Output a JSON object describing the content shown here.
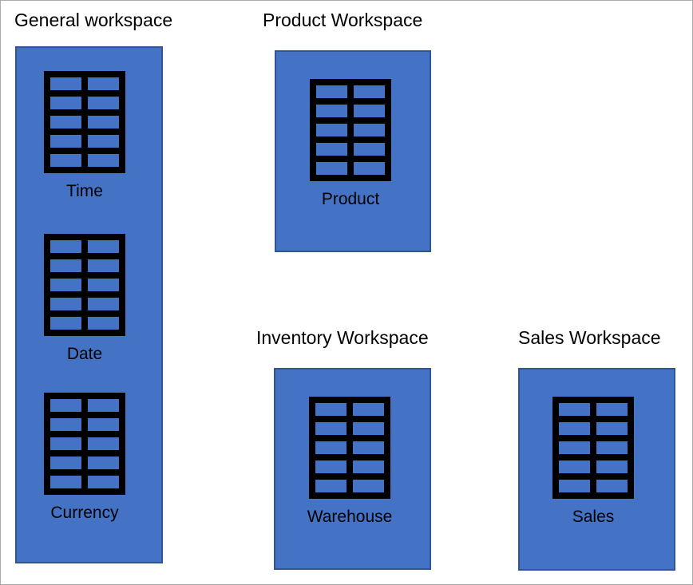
{
  "canvas": {
    "background": "#ffffff",
    "frame_border_color": "#ababab"
  },
  "colors": {
    "workspace_fill": "#4472c4",
    "workspace_border": "#2f5597",
    "table_icon_color": "#000000",
    "text_color": "#000000"
  },
  "workspaces": [
    {
      "id": "general",
      "title": "General workspace",
      "tables": [
        {
          "label": "Time"
        },
        {
          "label": "Date"
        },
        {
          "label": "Currency"
        }
      ]
    },
    {
      "id": "product",
      "title": "Product Workspace",
      "tables": [
        {
          "label": "Product"
        }
      ]
    },
    {
      "id": "inventory",
      "title": "Inventory Workspace",
      "tables": [
        {
          "label": "Warehouse"
        }
      ]
    },
    {
      "id": "sales",
      "title": "Sales Workspace",
      "tables": [
        {
          "label": "Sales"
        }
      ]
    }
  ]
}
